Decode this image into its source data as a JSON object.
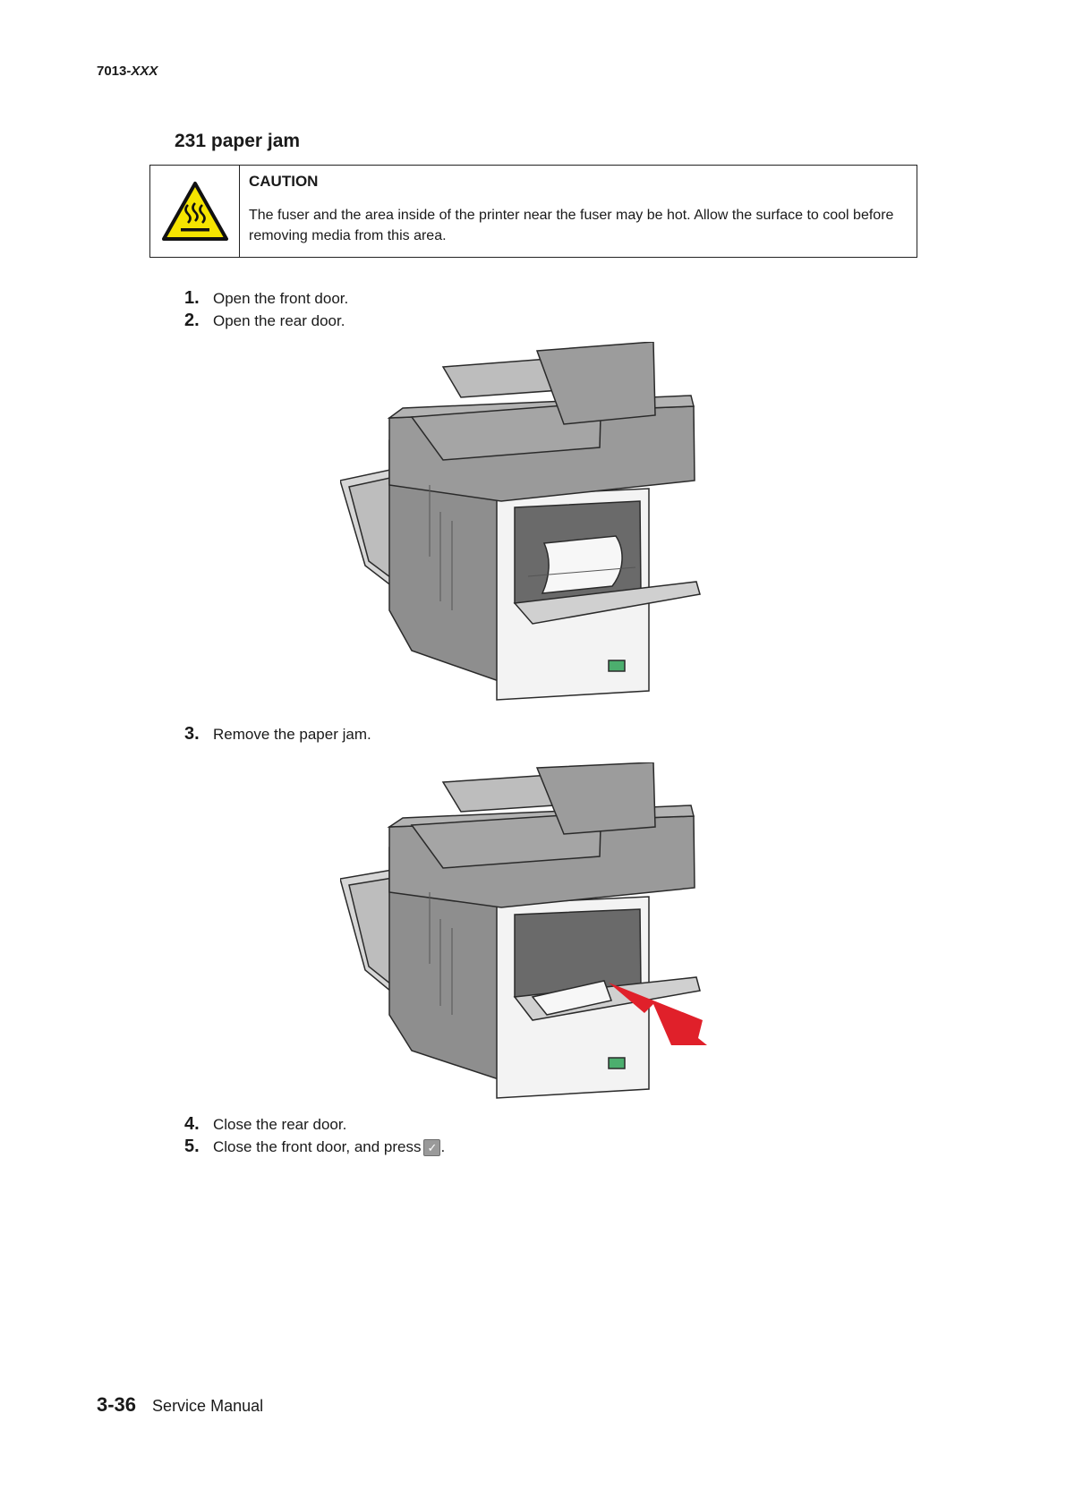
{
  "header": {
    "model": "7013-",
    "model_suffix": "XXX"
  },
  "title": "231 paper jam",
  "caution": {
    "label": "CAUTION",
    "text": "The fuser and the area inside of the printer near the fuser may be hot. Allow the surface to cool before removing media from this area.",
    "icon": "hot-surface-warning-icon",
    "icon_color": "#f5e400"
  },
  "steps": [
    {
      "num": "1.",
      "text": "Open the front door."
    },
    {
      "num": "2.",
      "text": "Open the rear door."
    },
    {
      "num": "3.",
      "text": "Remove the paper jam."
    },
    {
      "num": "4.",
      "text": "Close the rear door."
    },
    {
      "num": "5.",
      "text": "Close the front door, and press",
      "key_icon": "check-key-icon",
      "suffix": "."
    }
  ],
  "arrow_color": "#e0202a",
  "footer": {
    "page_number": "3-36",
    "doc_title": "Service Manual"
  }
}
